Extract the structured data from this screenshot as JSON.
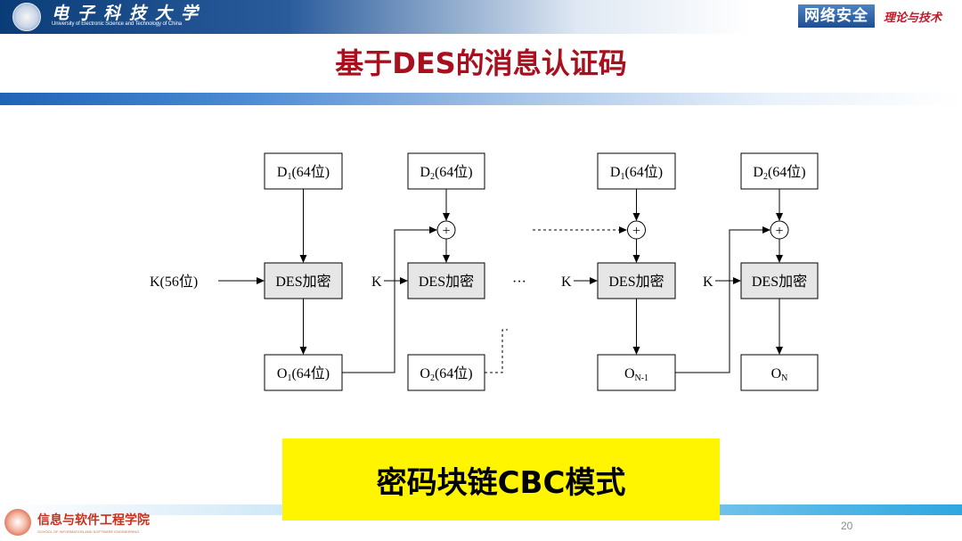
{
  "header": {
    "university_cn": "电子科技大学",
    "university_en": "University of Electronic Science and Technology of China",
    "badge": "网络安全",
    "badge_sub": "理论与技术"
  },
  "slide": {
    "title": "基于DES的消息认证码",
    "banner_text": "密码块链CBC模式",
    "page_number": "20"
  },
  "footer": {
    "school_cn": "信息与软件工程学院",
    "school_en": "SCHOOL OF INFORMATION AND SOFTWARE ENGINEERING"
  },
  "diagram": {
    "key_main": "K(56位)",
    "key_short": "K",
    "ellipsis": "···",
    "inputs": [
      {
        "main": "D",
        "sub": "1",
        "tail": "(64位)"
      },
      {
        "main": "D",
        "sub": "2",
        "tail": "(64位)"
      },
      {
        "main": "D",
        "sub": "1",
        "tail": "(64位)"
      },
      {
        "main": "D",
        "sub": "2",
        "tail": "(64位)"
      }
    ],
    "encrypt_label": "DES加密",
    "xor_symbol": "+",
    "outputs": [
      {
        "main": "O",
        "sub": "1",
        "tail": "(64位)"
      },
      {
        "main": "O",
        "sub": "2",
        "tail": "(64位)"
      },
      {
        "main": "O",
        "sub": "N-1",
        "tail": ""
      },
      {
        "main": "O",
        "sub": "N",
        "tail": ""
      }
    ]
  },
  "colors": {
    "title": "#a8101e",
    "banner_bg": "#fff500",
    "box_fill": "#e6e6e6"
  }
}
